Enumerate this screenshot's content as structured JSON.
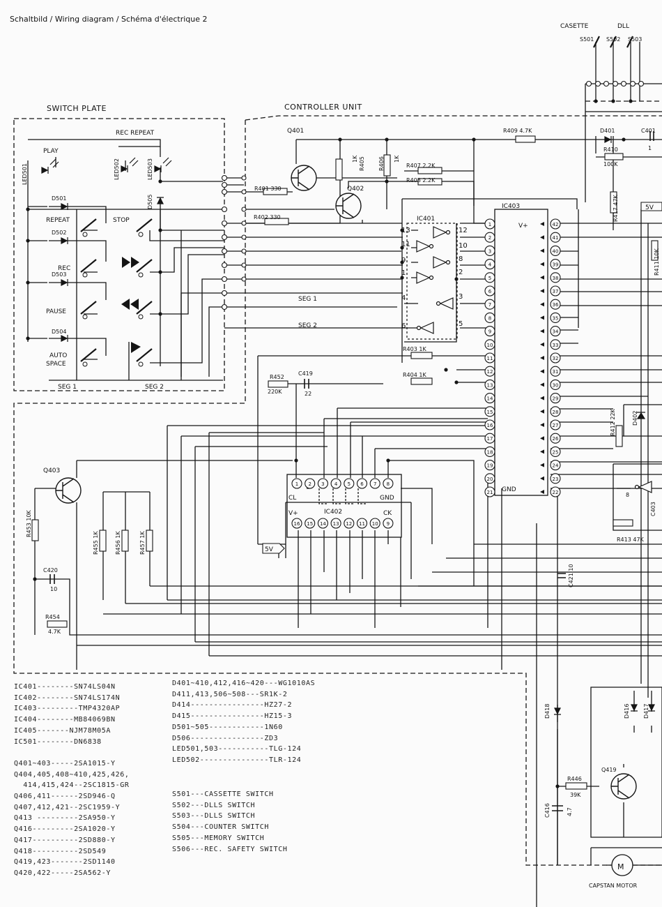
{
  "title": "Schaltbild / Wiring diagram / Schéma d'électrique 2",
  "sections": {
    "switch_plate": "SWITCH PLATE",
    "controller_unit": "CONTROLLER UNIT",
    "casette": "CASETTE",
    "dll": "DLL",
    "capstan_motor": "CAPSTAN MOTOR"
  },
  "switch_plate": {
    "rec_repeat": "REC  REPEAT",
    "play": "PLAY",
    "repeat": "REPEAT",
    "stop": "STOP",
    "rec": "REC",
    "pause": "PAUSE",
    "auto_space_1": "AUTO",
    "auto_space_2": "SPACE",
    "seg1": "SEG 1",
    "seg2": "SEG 2",
    "led501": "LED501",
    "led502": "LED502",
    "led503": "LED503",
    "d501": "D501",
    "d502": "D502",
    "d503": "D503",
    "d504": "D504",
    "d505": "D505"
  },
  "components": {
    "q401": "Q401",
    "q402": "Q402",
    "q403": "Q403",
    "q419": "Q419",
    "r401": "R401 330",
    "r402": "R402 330",
    "r405": "R405",
    "r405v": "1K",
    "r406": "R406",
    "r406v": "1K",
    "r407": "R407  2.2K",
    "r408": "R408  2.2K",
    "r409": "R409  4.7K",
    "r410": "R410",
    "r410v": "100K",
    "r411": "R411 10K",
    "r412": "R412  22K",
    "r413": "R413  47K",
    "r417": "R417  47K",
    "r403": "R403  1K",
    "r404": "R404  1K",
    "r452": "R452",
    "r452v": "220K",
    "c419": "C419",
    "c419v": "22",
    "r453": "R453  10K",
    "c420": "C420",
    "c420v": "10",
    "r454": "R454",
    "r454v": "4.7K",
    "r455": "R455 1K",
    "r456": "R456 1K",
    "r457": "R457 1K",
    "c421": "C421 10",
    "c401": "C401",
    "c401v": "1",
    "d401": "D401",
    "d402": "D402",
    "d416": "D416",
    "d417": "D417",
    "d418": "D418",
    "r446": "R446",
    "r446v": "39K",
    "c416": "C416",
    "c416v": "4.7",
    "c403": "C403",
    "s501": "S501",
    "s502": "S502",
    "s503": "S503",
    "five_v": "5V",
    "seg1_line": "SEG 1",
    "seg2_line": "SEG 2",
    "motor": "M"
  },
  "ic401": {
    "name": "IC401",
    "pins_left": [
      "13",
      "11",
      "9",
      "1",
      "4",
      "6"
    ],
    "pins_right": [
      "12",
      "10",
      "8",
      "2",
      "3",
      "5"
    ]
  },
  "ic403": {
    "name": "IC403",
    "vplus": "V+",
    "gnd": "GND",
    "pins_left": [
      "1",
      "2",
      "3",
      "4",
      "5",
      "6",
      "7",
      "8",
      "9",
      "10",
      "11",
      "12",
      "13",
      "14",
      "15",
      "16",
      "17",
      "18",
      "19",
      "20",
      "21"
    ],
    "pins_right": [
      "42",
      "41",
      "40",
      "39",
      "38",
      "37",
      "36",
      "35",
      "34",
      "33",
      "32",
      "31",
      "30",
      "29",
      "28",
      "27",
      "26",
      "25",
      "24",
      "23",
      "22"
    ]
  },
  "ic402": {
    "name": "IC402",
    "cl": "CL",
    "gnd": "GND",
    "vplus": "V+",
    "ck": "CK",
    "pins_top": [
      "1",
      "2",
      "3",
      "4",
      "5",
      "6",
      "7",
      "8"
    ],
    "pins_bottom": [
      "16",
      "15",
      "14",
      "13",
      "12",
      "11",
      "10",
      "9"
    ]
  },
  "parts_list": {
    "col1": [
      "IC401--------SN74LS04N",
      "IC402--------SN74LS174N",
      "IC403---------TMP4320AP",
      "IC404--------MB84069BN",
      "IC405-------NJM78M05A",
      "IC501--------DN6838",
      "",
      "Q401~403-----2SA1015-Y",
      "Q404,405,408~410,425,426,",
      "  414,415,424--2SC1815-GR",
      "Q406,411------2SD946-Q",
      "Q407,412,421--2SC1959-Y",
      "Q413 ---------2SA950-Y",
      "Q416---------2SA1020-Y",
      "Q417----------2SD880-Y",
      "Q418----------2SD549",
      "Q419,423-------2SD1140",
      "Q420,422-----2SA562-Y"
    ],
    "col2": [
      "D401~410,412,416~420---WG1010AS",
      "D411,413,506~508---SR1K-2",
      "D414----------------HZ27-2",
      "D415----------------HZ15-3",
      "D501~505------------1N60",
      "D506----------------ZD3",
      "LED501,503-----------TLG-124",
      "LED502---------------TLR-124"
    ],
    "col3": [
      "S501---CASSETTE SWITCH",
      "S502---DLLS SWITCH",
      "S503---DLLS SWITCH",
      "S504---COUNTER SWITCH",
      "S505---MEMORY SWITCH",
      "S506---REC. SAFETY SWITCH"
    ]
  }
}
